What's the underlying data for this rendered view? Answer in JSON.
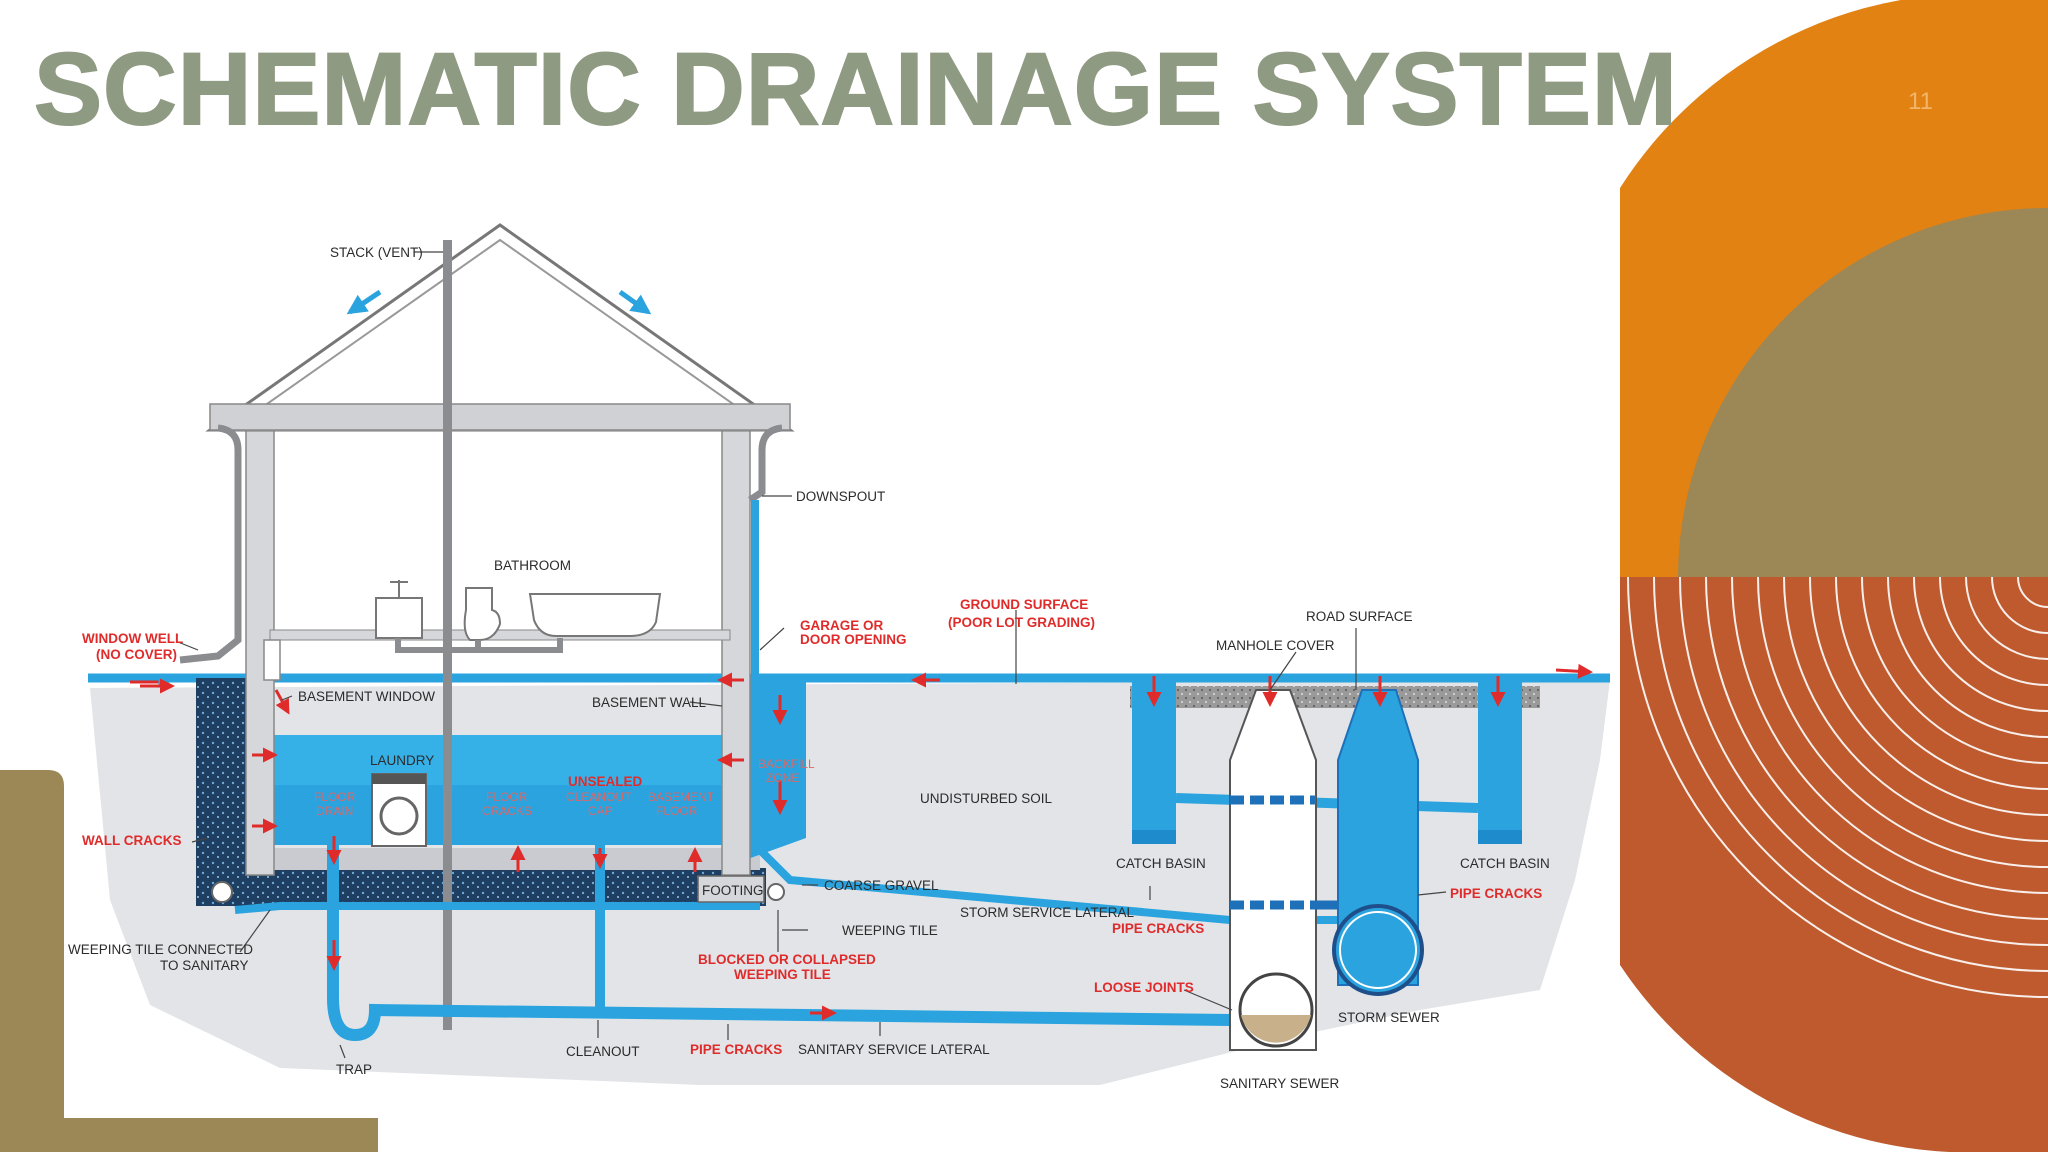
{
  "slide": {
    "title": "SCHEMATIC DRAINAGE SYSTEM",
    "number": "11"
  },
  "colors": {
    "title": "#8f9a82",
    "orange": "#e28213",
    "olive": "#9c8756",
    "rust": "#bf5a2e",
    "water": "#2aa3de",
    "warning_red": "#e02b2b"
  },
  "diagram": {
    "labels": {
      "stack_vent": "STACK (VENT)",
      "downspout": "DOWNSPOUT",
      "bathroom": "BATHROOM",
      "garage_1": "GARAGE OR",
      "garage_2": "DOOR OPENING",
      "ground_1": "GROUND SURFACE",
      "ground_2": "(POOR LOT GRADING)",
      "road_surface": "ROAD SURFACE",
      "manhole_cover": "MANHOLE COVER",
      "window_well_1": "WINDOW WELL",
      "window_well_2": "(NO COVER)",
      "basement_window": "BASEMENT WINDOW",
      "basement_wall": "BASEMENT WALL",
      "laundry": "LAUNDRY",
      "floor_drain_1": "FLOOR",
      "floor_drain_2": "DRAIN",
      "floor_cracks_1": "FLOOR",
      "floor_cracks_2": "CRACKS",
      "unsealed_1": "UNSEALED",
      "unsealed_2": "CLEANOUT",
      "unsealed_3": "CAP",
      "basement_floor_1": "BASEMENT",
      "basement_floor_2": "FLOOR",
      "backfill_1": "BACKFILL",
      "backfill_2": "ZONE",
      "undisturbed_soil": "UNDISTURBED SOIL",
      "wall_cracks": "WALL CRACKS",
      "catch_basin_left": "CATCH BASIN",
      "catch_basin_right": "CATCH BASIN",
      "footing": "FOOTING",
      "coarse_gravel": "COARSE GRAVEL",
      "storm_lateral": "STORM SERVICE LATERAL",
      "pipe_cracks_storm": "PIPE CRACKS",
      "pipe_cracks_right": "PIPE CRACKS",
      "weeping_tile": "WEEPING TILE",
      "weeping_conn_1": "WEEPING TILE CONNECTED",
      "weeping_conn_2": "TO SANITARY",
      "blocked_1": "BLOCKED OR COLLAPSED",
      "blocked_2": "WEEPING TILE",
      "loose_joints": "LOOSE JOINTS",
      "storm_sewer": "STORM SEWER",
      "trap": "TRAP",
      "cleanout": "CLEANOUT",
      "pipe_cracks_san": "PIPE CRACKS",
      "sanitary_lateral": "SANITARY SERVICE LATERAL",
      "sanitary_sewer": "SANITARY SEWER"
    }
  }
}
